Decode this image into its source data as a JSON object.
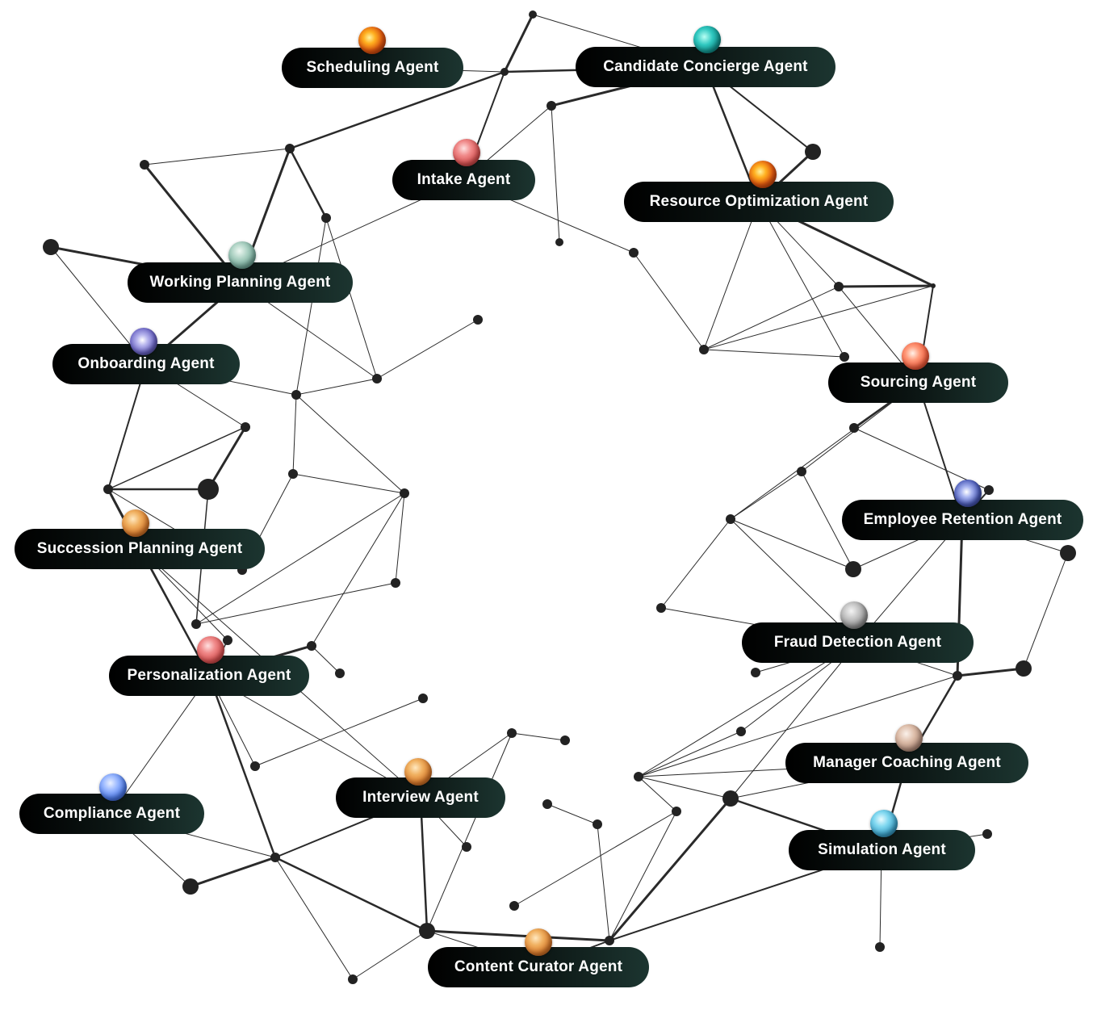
{
  "agents": [
    {
      "key": "scheduling",
      "label": "Scheduling Agent",
      "icon": "fire-orb-icon"
    },
    {
      "key": "candidate-concierge",
      "label": "Candidate Concierge Agent",
      "icon": "teal-orb-icon"
    },
    {
      "key": "intake",
      "label": "Intake Agent",
      "icon": "red-orb-icon"
    },
    {
      "key": "resource-optimization",
      "label": "Resource Optimization Agent",
      "icon": "fire-orb-icon"
    },
    {
      "key": "working-planning",
      "label": "Working Planning Agent",
      "icon": "sage-orb-icon"
    },
    {
      "key": "onboarding",
      "label": "Onboarding Agent",
      "icon": "purple-orb-icon"
    },
    {
      "key": "sourcing",
      "label": "Sourcing Agent",
      "icon": "coral-orb-icon"
    },
    {
      "key": "employee-retention",
      "label": "Employee Retention Agent",
      "icon": "storm-orb-icon"
    },
    {
      "key": "succession-planning",
      "label": "Succession Planning Agent",
      "icon": "amber-orb-icon"
    },
    {
      "key": "fraud-detection",
      "label": "Fraud Detection Agent",
      "icon": "gray-orb-icon"
    },
    {
      "key": "personalization",
      "label": "Personalization Agent",
      "icon": "red-orb-icon"
    },
    {
      "key": "manager-coaching",
      "label": "Manager Coaching Agent",
      "icon": "sand-orb-icon"
    },
    {
      "key": "interview",
      "label": "Interview Agent",
      "icon": "amber-orb-icon"
    },
    {
      "key": "compliance",
      "label": "Compliance Agent",
      "icon": "azure-orb-icon"
    },
    {
      "key": "simulation",
      "label": "Simulation Agent",
      "icon": "sky-orb-icon"
    },
    {
      "key": "content-curator",
      "label": "Content Curator Agent",
      "icon": "amber-orb-icon"
    }
  ],
  "colors": {
    "pill_start": "#000000",
    "pill_end": "#1c3530",
    "pill_text": "#ffffff",
    "edge": "#2a2a2a",
    "node": "#222222"
  }
}
